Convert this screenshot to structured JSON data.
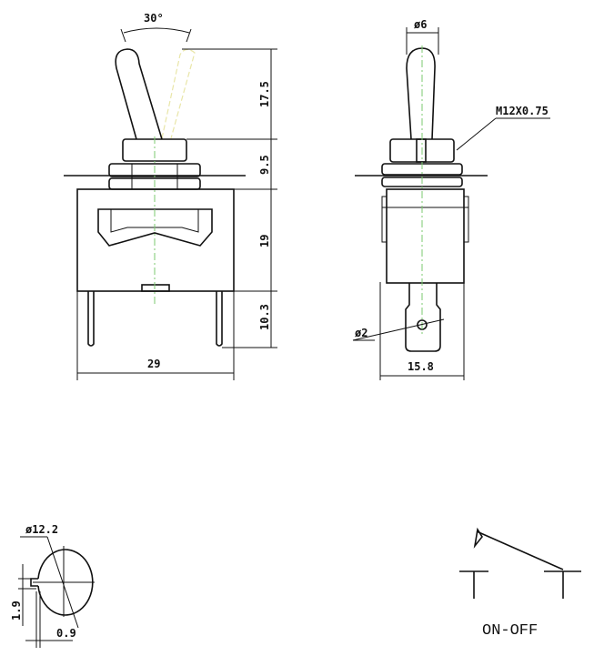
{
  "front_view": {
    "angle_label": "30°",
    "dim_lever": "17.5",
    "dim_bushing": "9.5",
    "dim_body": "19",
    "dim_terminal": "10.3",
    "dim_width": "29"
  },
  "side_view": {
    "dim_lever_dia": "ø6",
    "thread_label": "M12X0.75",
    "dim_hole": "ø2",
    "dim_width": "15.8"
  },
  "mount_hole": {
    "dim_dia": "ø12.2",
    "dim_key_height": "1.9",
    "dim_key_depth": "0.9"
  },
  "schematic": {
    "label": "ON-OFF"
  }
}
